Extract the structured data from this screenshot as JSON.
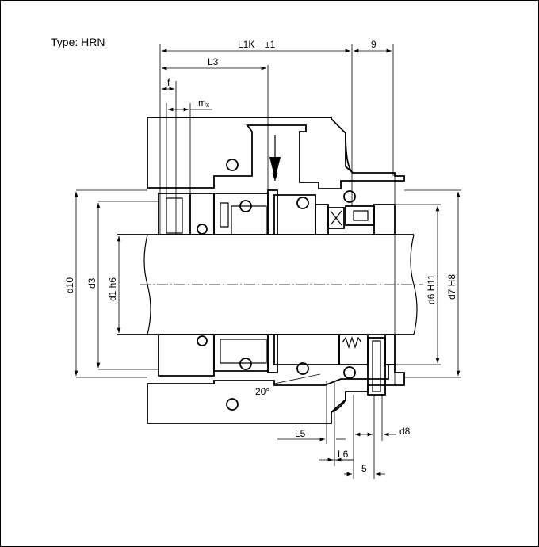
{
  "title": "Type: HRN",
  "dimensions": {
    "l1k": "L1K",
    "l1k_tol": "±1",
    "nine": "9",
    "l3": "L3",
    "f": "f",
    "mx": "mₓ",
    "d10": "d10",
    "d3": "d3",
    "d1": "d1  h6",
    "d6": "d6  H11",
    "d7": "d7  H8",
    "angle": "20°",
    "l5": "L5",
    "l6": "L6",
    "five": "5",
    "d8": "d8"
  }
}
